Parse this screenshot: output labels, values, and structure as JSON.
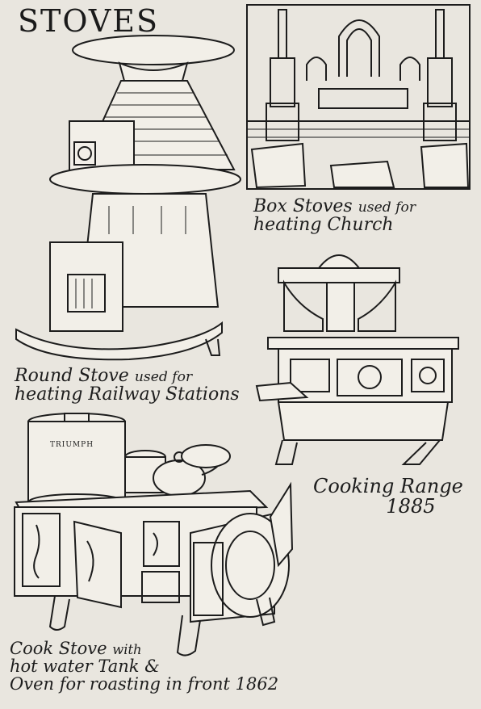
{
  "title": "STOVES",
  "captions": {
    "box_stoves": {
      "line1_main": "Box Stoves",
      "line1_small": "used for",
      "line2": "heating Church"
    },
    "round_stove": {
      "line1_main": "Round Stove",
      "line1_small": "used for",
      "line2": "heating Railway Stations"
    },
    "cooking_range": {
      "line1": "Cooking Range",
      "line2": "1885"
    },
    "cook_stove": {
      "line1_main": "Cook Stove",
      "line1_small": "with",
      "line2": "hot water Tank &",
      "line3": "Oven for roasting in front 1862"
    }
  },
  "labels": {
    "tank_brand": "TRIUMPH"
  },
  "colors": {
    "paper": "#e9e6df",
    "ink": "#1c1c1c"
  }
}
